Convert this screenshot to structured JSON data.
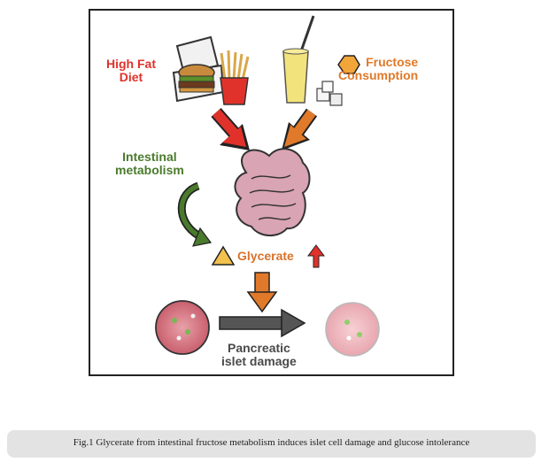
{
  "figure": {
    "high_fat_label_line1": "High Fat",
    "high_fat_label_line2": "Diet",
    "fructose_label_line1": "Fructose",
    "fructose_label_line2": "Consumption",
    "intestinal_label_line1": "Intestinal",
    "intestinal_label_line2": "metabolism",
    "glycerate_label": "Glycerate",
    "pancreatic_label_line1": "Pancreatic",
    "pancreatic_label_line2": "islet damage"
  },
  "caption": {
    "text": "Fig.1 Glycerate from intestinal fructose metabolism induces islet cell damage and glucose intolerance"
  },
  "colors": {
    "high_fat_red": "#e0322b",
    "fructose_orange": "#e07a2a",
    "intestinal_green": "#4a7a2c",
    "glycerate_orange": "#d9722a",
    "intestine_pink": "#d9a4b4",
    "caption_bar": "#e3e3e3"
  },
  "icons": [
    "burger-icon",
    "fries-icon",
    "juice-glass-icon",
    "sugar-cubes-icon",
    "hexagon-icon",
    "intestine-icon",
    "triangle-icon",
    "up-arrow-icon",
    "islet-cell-icon"
  ]
}
